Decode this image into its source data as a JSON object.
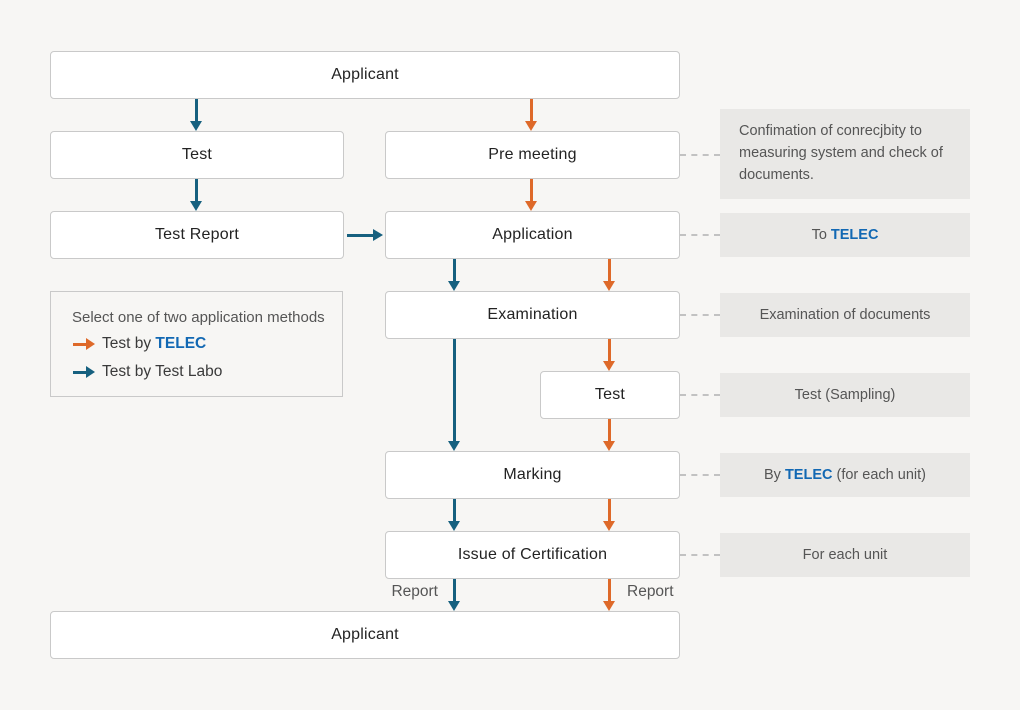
{
  "diagram": {
    "boxes": {
      "applicant_top": "Applicant",
      "test": "Test",
      "test_report": "Test Report",
      "pre_meeting": "Pre meeting",
      "application": "Application",
      "examination": "Examination",
      "test_sampling": "Test",
      "marking": "Marking",
      "issue_of_certification": "Issue of Certification",
      "applicant_bottom": "Applicant"
    },
    "report_label_left": "Report",
    "report_label_right": "Report",
    "annotations": {
      "pre_meeting": "Confimation of conrecjbity to measuring system and check of documents.",
      "application_prefix": "To ",
      "application_telec": "TELEC",
      "examination": "Examination of documents",
      "test": "Test (Sampling)",
      "marking_prefix": "By ",
      "marking_telec": "TELEC",
      "marking_suffix": " (for each unit)",
      "issue": "For each unit"
    },
    "legend": {
      "title": "Select one of two application methods",
      "telec_item_prefix": "Test by ",
      "telec_item_highlight": "TELEC",
      "labo_item": "Test by Test Labo"
    },
    "colors": {
      "telec_path_orange": "#de6929",
      "labo_path_blue": "#16607f",
      "telec_text_blue": "#1268b3"
    }
  }
}
